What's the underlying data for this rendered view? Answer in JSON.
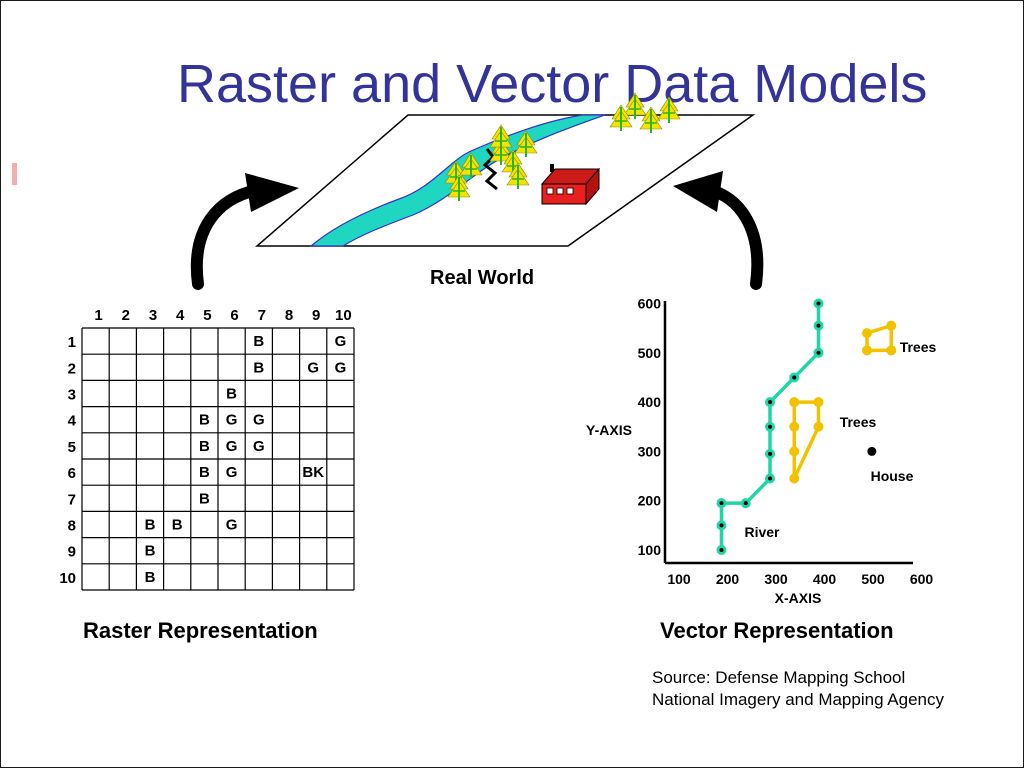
{
  "title": "Raster and Vector Data Models",
  "real_world": {
    "label": "Real World"
  },
  "raster": {
    "caption": "Raster  Representation",
    "column_labels": [
      "1",
      "2",
      "3",
      "4",
      "5",
      "6",
      "7",
      "8",
      "9",
      "10"
    ],
    "row_labels": [
      "1",
      "2",
      "3",
      "4",
      "5",
      "6",
      "7",
      "8",
      "9",
      "10"
    ],
    "cells": [
      {
        "row": 1,
        "col": 7,
        "text": "B"
      },
      {
        "row": 1,
        "col": 10,
        "text": "G"
      },
      {
        "row": 2,
        "col": 7,
        "text": "B"
      },
      {
        "row": 2,
        "col": 9,
        "text": "G"
      },
      {
        "row": 2,
        "col": 10,
        "text": "G"
      },
      {
        "row": 3,
        "col": 6,
        "text": "B"
      },
      {
        "row": 4,
        "col": 5,
        "text": "B"
      },
      {
        "row": 4,
        "col": 6,
        "text": "G"
      },
      {
        "row": 4,
        "col": 7,
        "text": "G"
      },
      {
        "row": 5,
        "col": 5,
        "text": "B"
      },
      {
        "row": 5,
        "col": 6,
        "text": "G"
      },
      {
        "row": 5,
        "col": 7,
        "text": "G"
      },
      {
        "row": 6,
        "col": 5,
        "text": "B"
      },
      {
        "row": 6,
        "col": 6,
        "text": "G"
      },
      {
        "row": 6,
        "col": 9,
        "text": "BK"
      },
      {
        "row": 7,
        "col": 5,
        "text": "B"
      },
      {
        "row": 8,
        "col": 3,
        "text": "B"
      },
      {
        "row": 8,
        "col": 4,
        "text": "B"
      },
      {
        "row": 8,
        "col": 6,
        "text": "G"
      },
      {
        "row": 9,
        "col": 3,
        "text": "B"
      },
      {
        "row": 10,
        "col": 3,
        "text": "B"
      }
    ]
  },
  "vector": {
    "caption": "Vector  Representation",
    "x_axis_label": "X-AXIS",
    "y_axis_label": "Y-AXIS",
    "x_ticks": [
      "100",
      "200",
      "300",
      "400",
      "500",
      "600"
    ],
    "y_ticks": [
      "100",
      "200",
      "300",
      "400",
      "500",
      "600"
    ],
    "features": {
      "river": {
        "label": "River",
        "color": "#1fd6a6",
        "points": [
          [
            200,
            100
          ],
          [
            200,
            150
          ],
          [
            200,
            195
          ],
          [
            250,
            195
          ],
          [
            300,
            245
          ],
          [
            300,
            295
          ],
          [
            300,
            350
          ],
          [
            300,
            400
          ],
          [
            350,
            450
          ],
          [
            400,
            500
          ],
          [
            400,
            555
          ],
          [
            400,
            600
          ]
        ]
      },
      "trees_small": {
        "label": "Trees",
        "color": "#f2c200",
        "points": [
          [
            500,
            540
          ],
          [
            550,
            555
          ],
          [
            550,
            505
          ],
          [
            500,
            505
          ]
        ]
      },
      "trees_large": {
        "label": "Trees",
        "color": "#f2c200",
        "points": [
          [
            350,
            400
          ],
          [
            400,
            400
          ],
          [
            400,
            350
          ],
          [
            350,
            245
          ],
          [
            350,
            300
          ],
          [
            350,
            350
          ]
        ]
      },
      "house": {
        "label": "House",
        "color": "#000000",
        "point": [
          510,
          300
        ]
      }
    }
  },
  "source": {
    "line1": "Source: Defense Mapping School",
    "line2": "National Imagery and Mapping Agency"
  },
  "colors": {
    "title": "#333399",
    "river_fill": "#1fd6c0",
    "river_edge": "#3333cc",
    "tree": "#f2e400",
    "house": "#e8201e",
    "vector_river": "#1fd6a6",
    "vector_trees": "#f2c200"
  }
}
